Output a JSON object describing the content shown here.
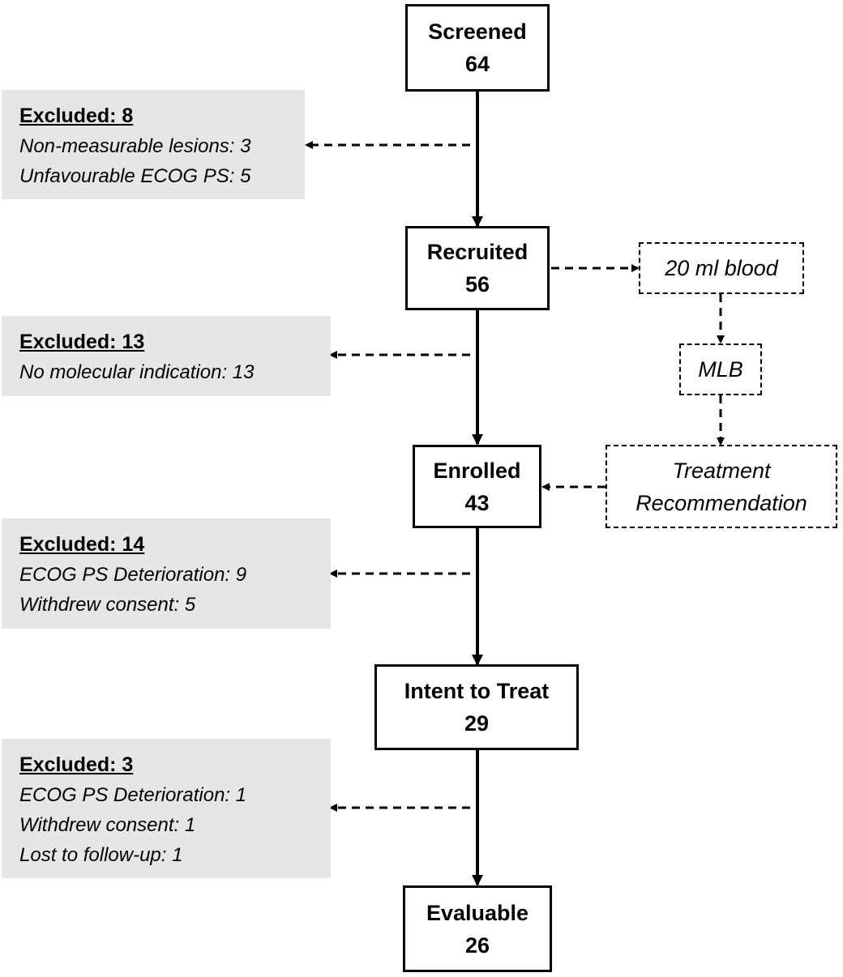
{
  "nodes": {
    "screened": {
      "label": "Screened",
      "count": "64"
    },
    "recruited": {
      "label": "Recruited",
      "count": "56"
    },
    "enrolled": {
      "label": "Enrolled",
      "count": "43"
    },
    "itt": {
      "label": "Intent to Treat",
      "count": "29"
    },
    "evaluable": {
      "label": "Evaluable",
      "count": "26"
    }
  },
  "side": {
    "blood": "20 ml blood",
    "mlb": "MLB",
    "recommendation": [
      "Treatment",
      "Recommendation"
    ]
  },
  "excluded": [
    {
      "title": "Excluded: 8",
      "items": [
        "Non-measurable lesions: 3",
        "Unfavourable ECOG PS: 5"
      ]
    },
    {
      "title": "Excluded: 13",
      "items": [
        "No molecular indication: 13"
      ]
    },
    {
      "title": "Excluded: 14",
      "items": [
        "ECOG PS Deterioration: 9",
        "Withdrew consent: 5"
      ]
    },
    {
      "title": "Excluded: 3",
      "items": [
        "ECOG PS Deterioration: 1",
        "Withdrew consent: 1",
        "Lost to follow-up: 1"
      ]
    }
  ]
}
